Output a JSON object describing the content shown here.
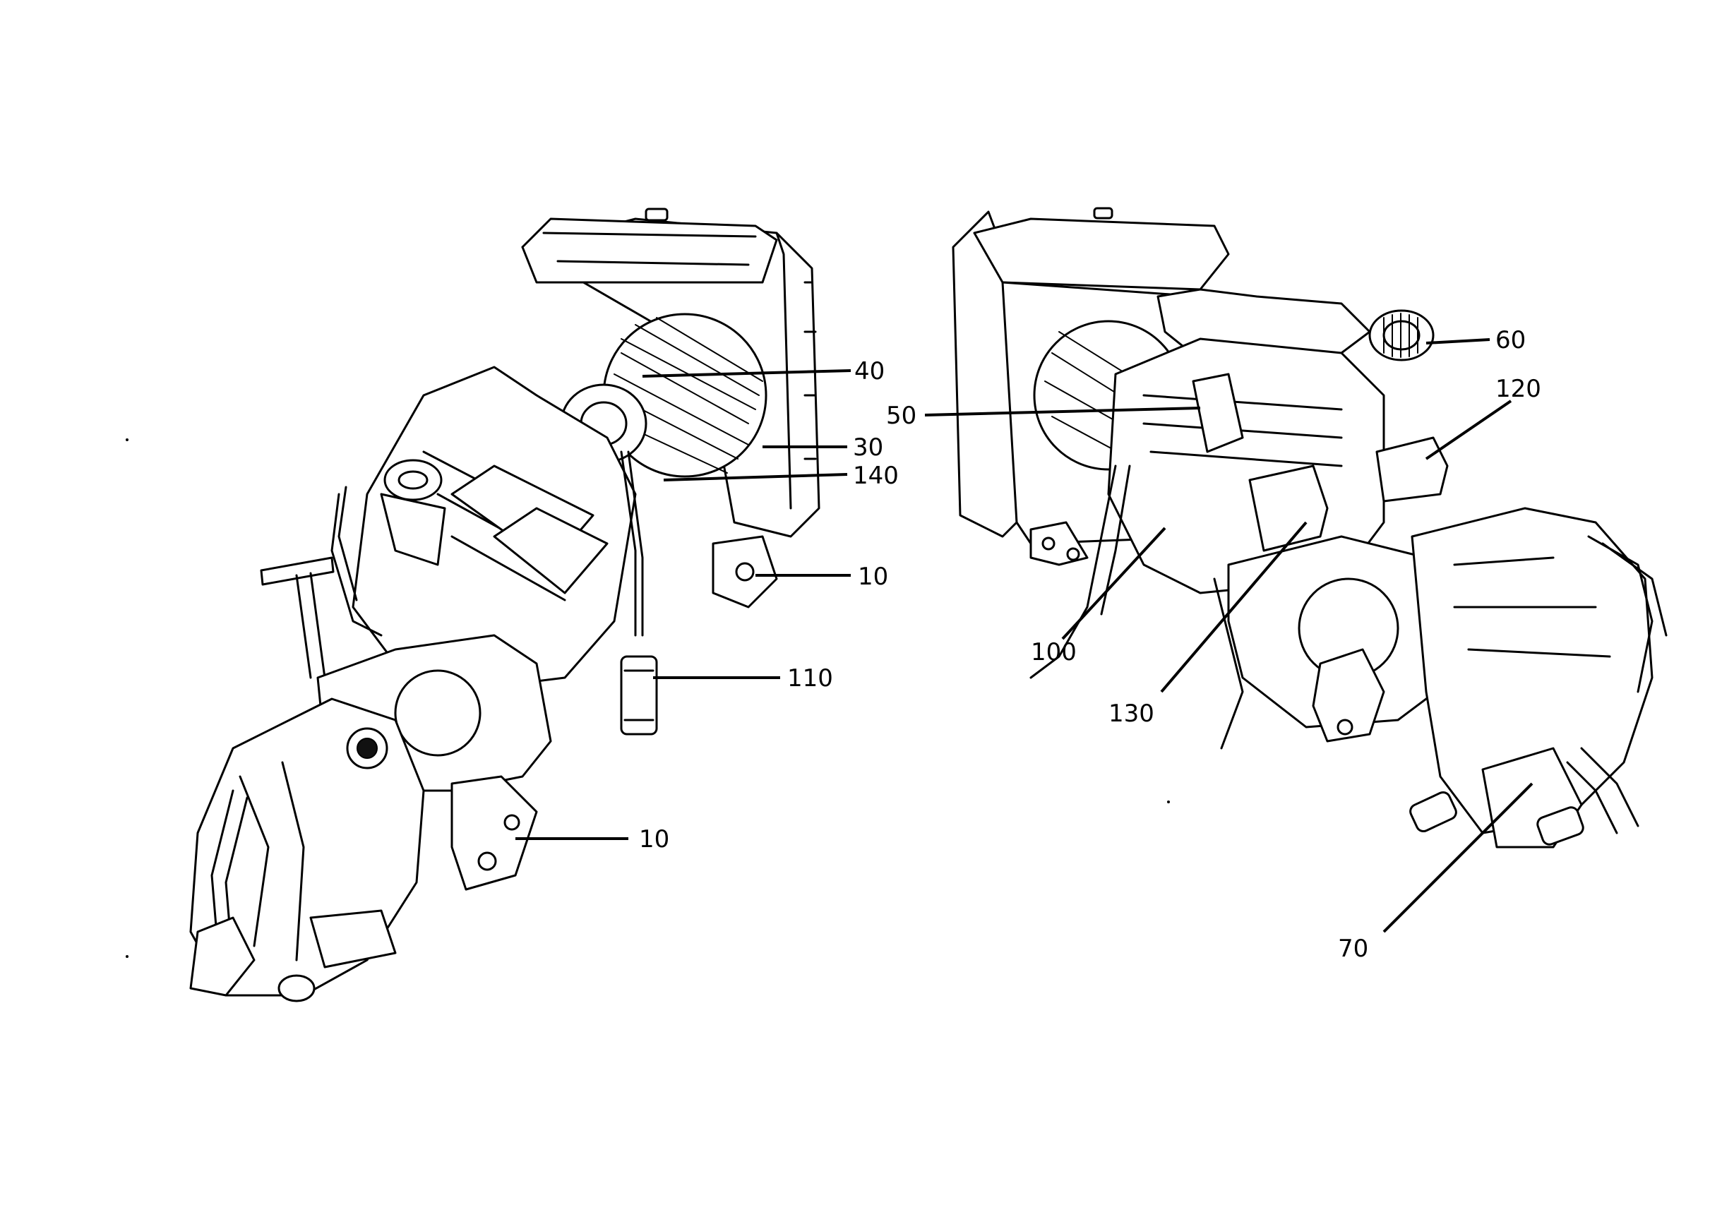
{
  "callouts_left": [
    {
      "id": "c40",
      "label": "40"
    },
    {
      "id": "c30",
      "label": "30"
    },
    {
      "id": "c140",
      "label": "140"
    },
    {
      "id": "c10a",
      "label": "10"
    },
    {
      "id": "c110",
      "label": "110"
    },
    {
      "id": "c10b",
      "label": "10"
    }
  ],
  "callouts_right": [
    {
      "id": "c60",
      "label": "60"
    },
    {
      "id": "c120",
      "label": "120"
    },
    {
      "id": "c50",
      "label": "50"
    },
    {
      "id": "c100",
      "label": "100"
    },
    {
      "id": "c130",
      "label": "130"
    },
    {
      "id": "c70",
      "label": "70"
    }
  ],
  "colors": {
    "ink": "#000000",
    "paper": "#ffffff"
  }
}
